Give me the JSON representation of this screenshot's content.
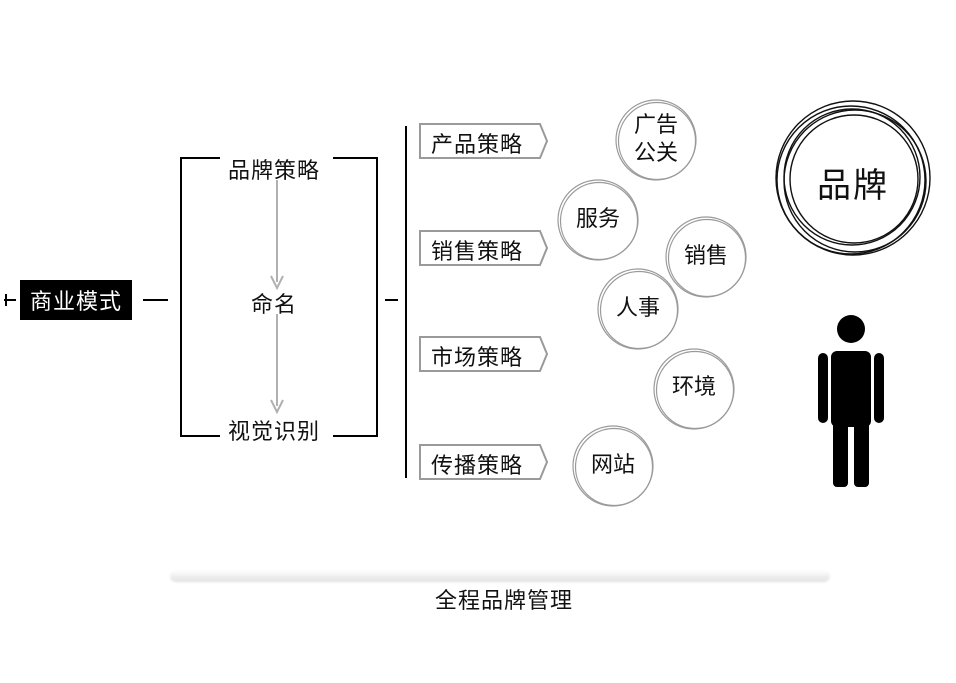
{
  "business_model": "商业模式",
  "brand_steps": {
    "top": "品牌策略",
    "middle": "命名",
    "bottom": "视觉识别"
  },
  "strategies": [
    "产品策略",
    "销售策略",
    "市场策略",
    "传播策略"
  ],
  "bubbles": {
    "ad_pr_line1": "广告",
    "ad_pr_line2": "公关",
    "service": "服务",
    "sales": "销售",
    "hr": "人事",
    "environment": "环境",
    "website": "网站"
  },
  "brand": "品牌",
  "footer": "全程品牌管理",
  "icons": [
    "person-icon"
  ]
}
